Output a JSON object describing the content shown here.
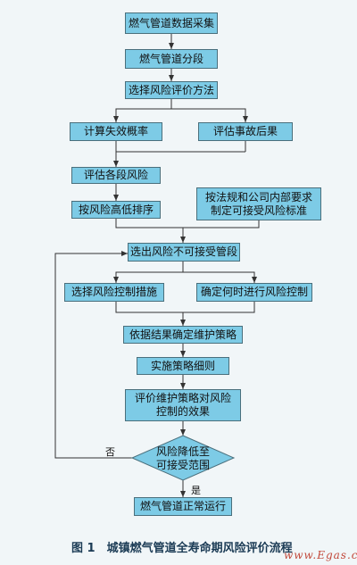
{
  "nodes": {
    "collect": "燃气管道数据采集",
    "segment": "燃气管道分段",
    "method": "选择风险评价方法",
    "failure_prob": "计算失效概率",
    "consequence": "评估事故后果",
    "segment_risk": "评估各段风险",
    "rank": "按风险高低排序",
    "standard": "按法规和公司内部要求\n制定可接受风险标准",
    "select_unacceptable": "选出风险不可接受管段",
    "control_measures": "选择风险控制措施",
    "timing": "确定何时进行风险控制",
    "strategy": "依据结果确定维护策略",
    "implement": "实施策略细则",
    "evaluate": "评价维护策略对风险\n控制的效果",
    "decision": "风险降低至\n可接受范围",
    "normal": "燃气管道正常运行"
  },
  "edge_labels": {
    "no": "否",
    "yes": "是"
  },
  "caption": "图 1　城镇燃气管道全寿命期风险评价流程",
  "watermark": "www.Egas.cn",
  "colors": {
    "box_fill": "#7dcbe6",
    "line": "#333333"
  }
}
